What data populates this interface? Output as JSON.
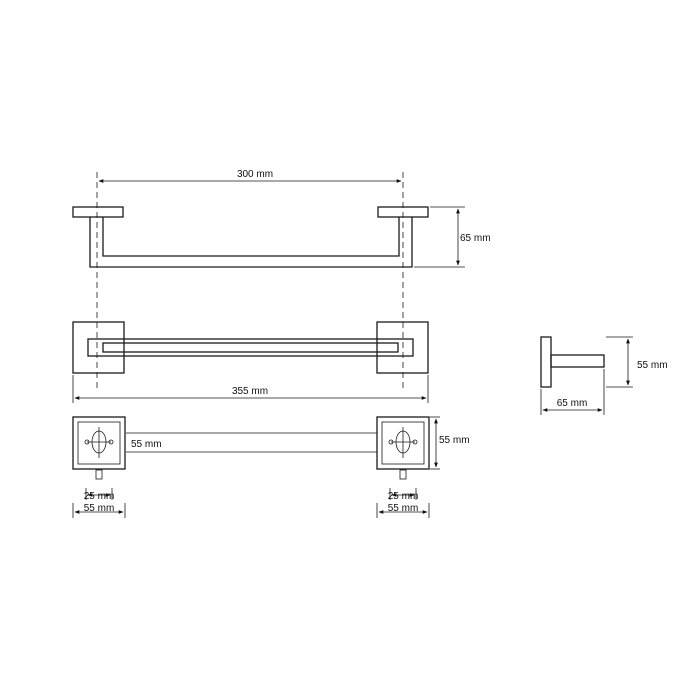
{
  "top_view": {
    "width_label": "300 mm",
    "depth_label": "65 mm"
  },
  "front_view": {
    "total_width_label": "355 mm"
  },
  "side_view": {
    "height_label": "55 mm",
    "depth_label": "65 mm"
  },
  "base_view": {
    "plate_height_label": "55 mm",
    "left_plate_height_label": "55 mm",
    "left_screw_spacing_label": "25 mm",
    "left_plate_width_label": "55 mm",
    "right_screw_spacing_label": "25 mm",
    "right_plate_width_label": "55 mm"
  }
}
